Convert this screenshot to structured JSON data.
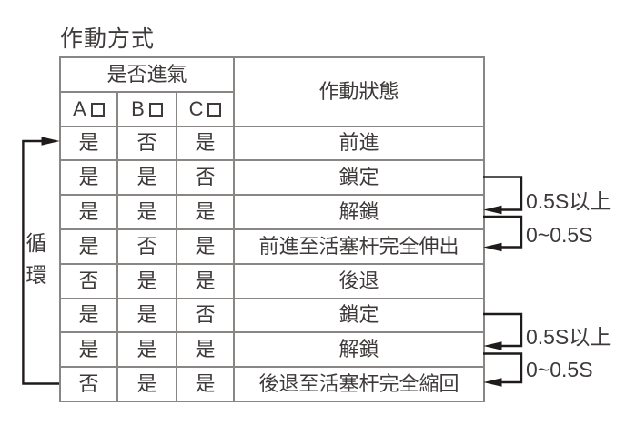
{
  "title": "作動方式",
  "colors": {
    "text": "#3e3a39",
    "table_border": "#8a8684",
    "annotation_line": "#1f1b1a",
    "background": "#ffffff"
  },
  "table": {
    "intake_header": "是否進氣",
    "status_header": "作動狀態",
    "sub_headers": [
      {
        "letter": "A",
        "symbol": "square"
      },
      {
        "letter": "B",
        "symbol": "square"
      },
      {
        "letter": "C",
        "symbol": "square"
      }
    ],
    "rows": [
      {
        "a": "是",
        "b": "否",
        "c": "是",
        "status": "前進"
      },
      {
        "a": "是",
        "b": "是",
        "c": "否",
        "status": "鎖定"
      },
      {
        "a": "是",
        "b": "是",
        "c": "是",
        "status": "解鎖"
      },
      {
        "a": "是",
        "b": "否",
        "c": "是",
        "status": "前進至活塞杆完全伸出"
      },
      {
        "a": "否",
        "b": "是",
        "c": "是",
        "status": "後退"
      },
      {
        "a": "是",
        "b": "是",
        "c": "否",
        "status": "鎖定"
      },
      {
        "a": "是",
        "b": "是",
        "c": "是",
        "status": "解鎖"
      },
      {
        "a": "否",
        "b": "是",
        "c": "是",
        "status": "後退至活塞杆完全縮回"
      }
    ]
  },
  "annotations": {
    "cycle_label": "循環",
    "timing": [
      {
        "label": "0.5S以上"
      },
      {
        "label": "0~0.5S"
      },
      {
        "label": "0.5S以上"
      },
      {
        "label": "0~0.5S"
      }
    ]
  }
}
